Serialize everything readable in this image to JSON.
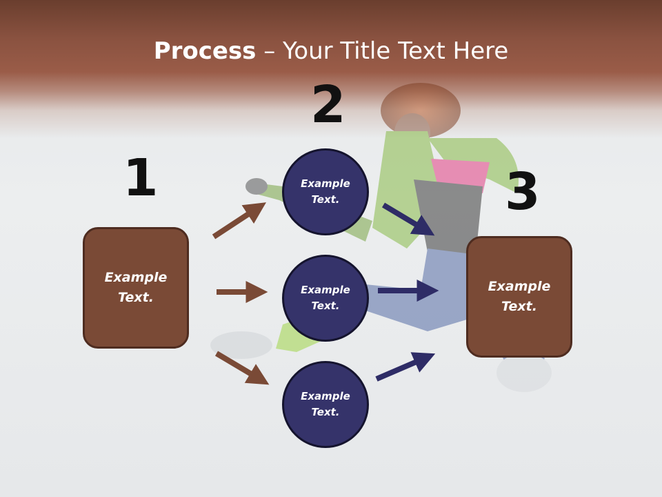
{
  "title": {
    "bold": "Process",
    "rest": " – Your Title Text Here"
  },
  "steps": [
    "1",
    "2",
    "3"
  ],
  "left_box": {
    "text": "Example\nText."
  },
  "right_box": {
    "text": "Example\nText."
  },
  "circles": [
    {
      "text": "Example\nText."
    },
    {
      "text": "Example\nText."
    },
    {
      "text": "Example\nText."
    }
  ],
  "colors": {
    "header": "#8a5240",
    "box_fill": "#7a4a36",
    "circle_fill": "#35336a",
    "brown_arrow": "#7a4a36",
    "navy_arrow": "#2e2c66"
  }
}
